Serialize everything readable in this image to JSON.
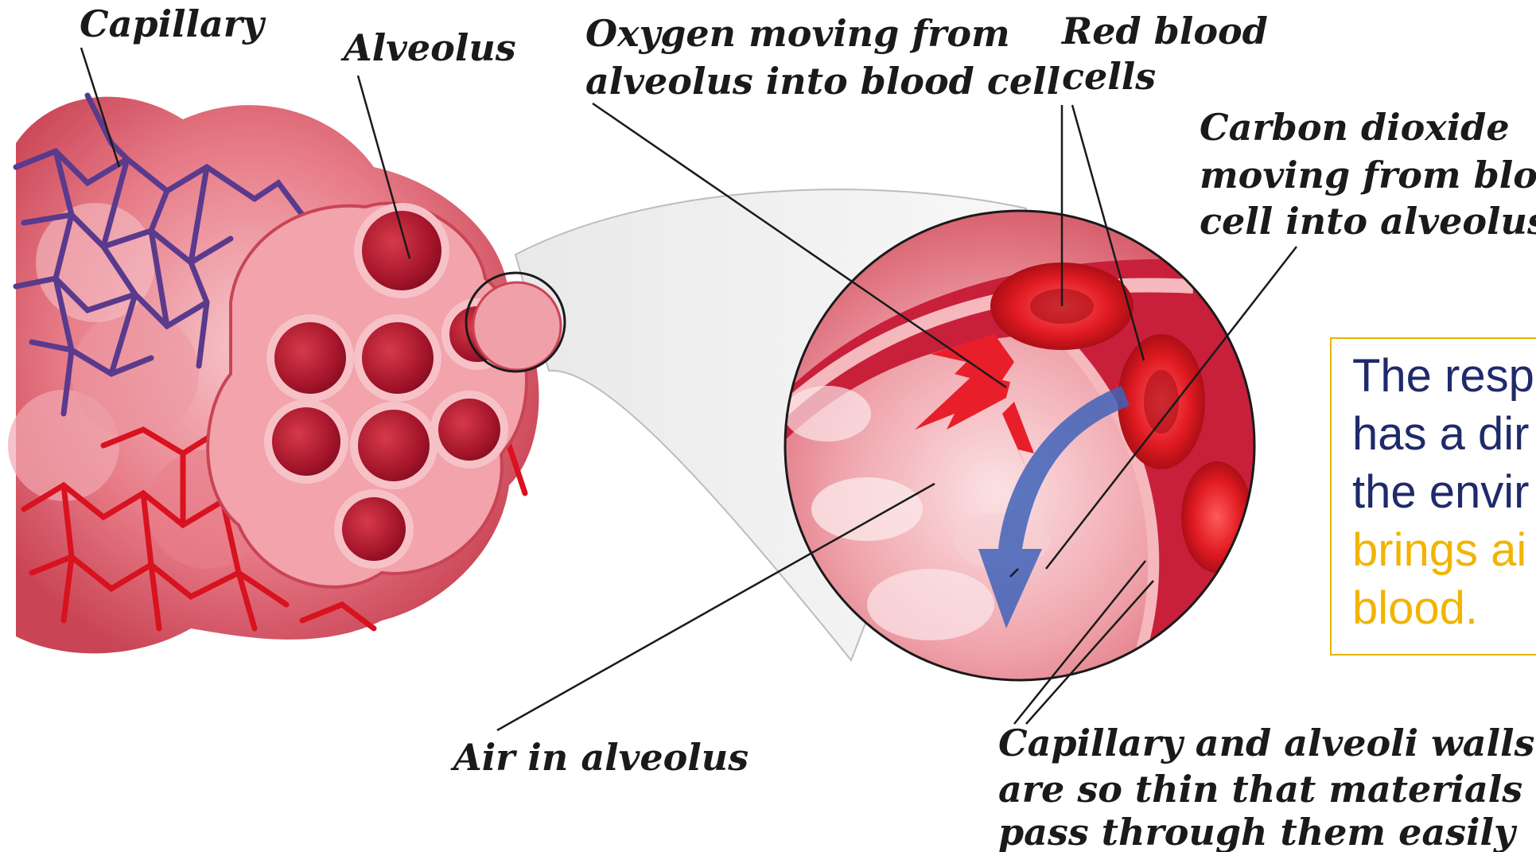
{
  "labels": {
    "capillary": "Capillary",
    "alveolus": "Alveolus",
    "oxygen_line1": "Oxygen moving from",
    "oxygen_line2": "alveolus into blood cell",
    "rbc_line1": "Red blood",
    "rbc_line2": "cells",
    "co2_line1": "Carbon dioxide",
    "co2_line2": "moving from blood",
    "co2_line3": "cell into alveolus",
    "air": "Air in alveolus",
    "walls_line1": "Capillary and alveoli walls",
    "walls_line2": "are so thin that materials",
    "walls_line3": "pass through them easily"
  },
  "callout": {
    "line1": "The resp",
    "line2": "has a dir",
    "line3": "the envir",
    "line4": "brings ai",
    "line5": "blood."
  },
  "colors": {
    "tissue": "#e36a78",
    "tissue_light": "#f4b8bd",
    "blood": "#d8121e",
    "vein": "#5a3a8c",
    "co2_arrow": "#3f63b8",
    "callout_navy": "#1f2a6b",
    "callout_gold": "#f2b400"
  }
}
